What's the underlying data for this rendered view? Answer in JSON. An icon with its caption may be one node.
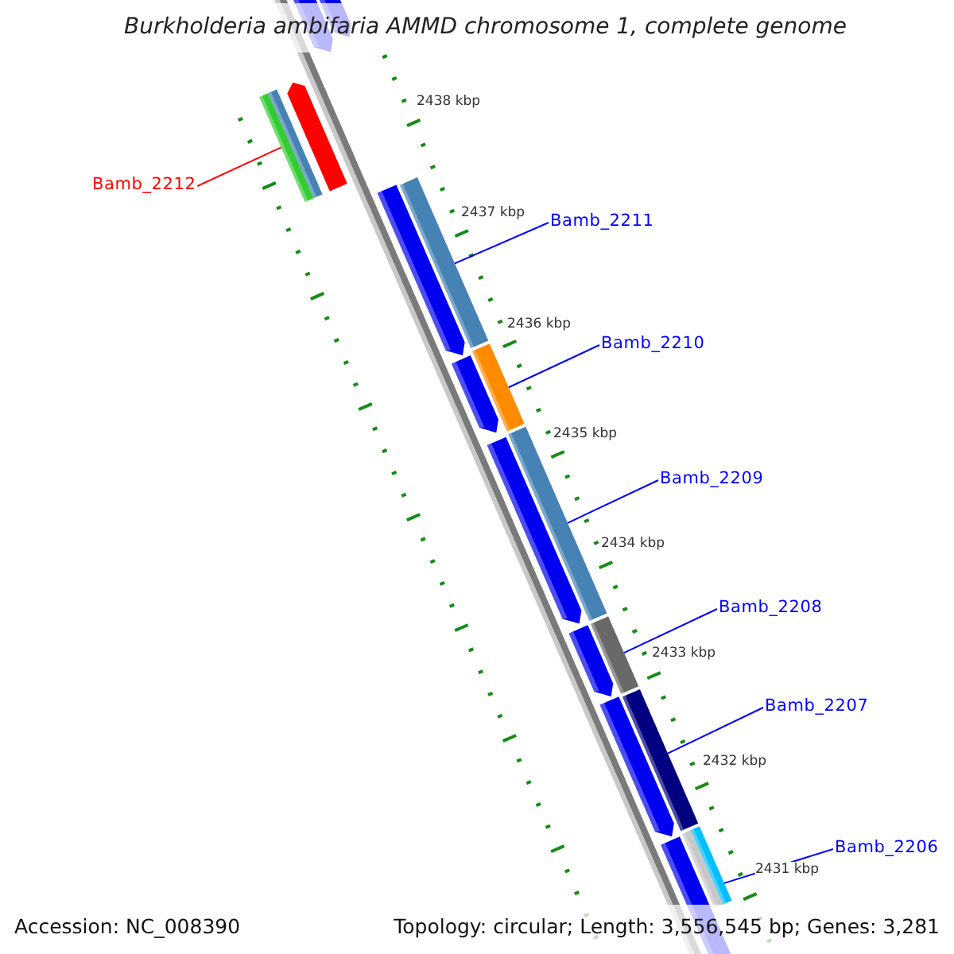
{
  "diagram": {
    "title": "Burkholderia ambifaria AMMD chromosome 1, complete genome",
    "nodes": [
      {
        "text": [
          "Bamb_2212"
        ]
      },
      {
        "text": [],
        "shape": "bar"
      },
      {
        "text": [
          "Bamb_2211"
        ]
      },
      {
        "text": [],
        "shape": "bar"
      },
      {
        "text": [
          "Bamb_2210"
        ]
      },
      {
        "text": [],
        "shape": "bar"
      },
      {
        "text": [
          "Bamb_2209"
        ]
      },
      {
        "text": [],
        "shape": "bar"
      },
      {
        "text": [
          "Bamb_2208"
        ]
      },
      {
        "text": [],
        "shape": "bar"
      },
      {
        "text": [
          "Bamb_2207"
        ]
      },
      {
        "text": [],
        "shape": "bar"
      },
      {
        "text": [
          "Bamb_2206"
        ]
      },
      {
        "text": [],
        "shape": "bar"
      }
    ],
    "edges": [
      {
        "from": 0,
        "to": 1,
        "arrow": "none",
        "color": "#ff0000"
      },
      {
        "from": 2,
        "to": 3,
        "arrow": "none"
      },
      {
        "from": 4,
        "to": 5,
        "arrow": "none"
      },
      {
        "from": 6,
        "to": 7,
        "arrow": "none"
      },
      {
        "from": 8,
        "to": 9,
        "arrow": "none"
      },
      {
        "from": 10,
        "to": 11,
        "arrow": "none"
      },
      {
        "from": 12,
        "to": 13,
        "arrow": "none"
      }
    ],
    "labels": [
      "2438 kbp",
      "2437 kbp",
      "2436 kbp",
      "2435 kbp",
      "2434 kbp",
      "2433 kbp",
      "2432 kbp",
      "2431 kbp",
      "Accession: NC_008390",
      "Topology: circular; Length: 3,556,545 bp; Genes: 3,281"
    ]
  }
}
